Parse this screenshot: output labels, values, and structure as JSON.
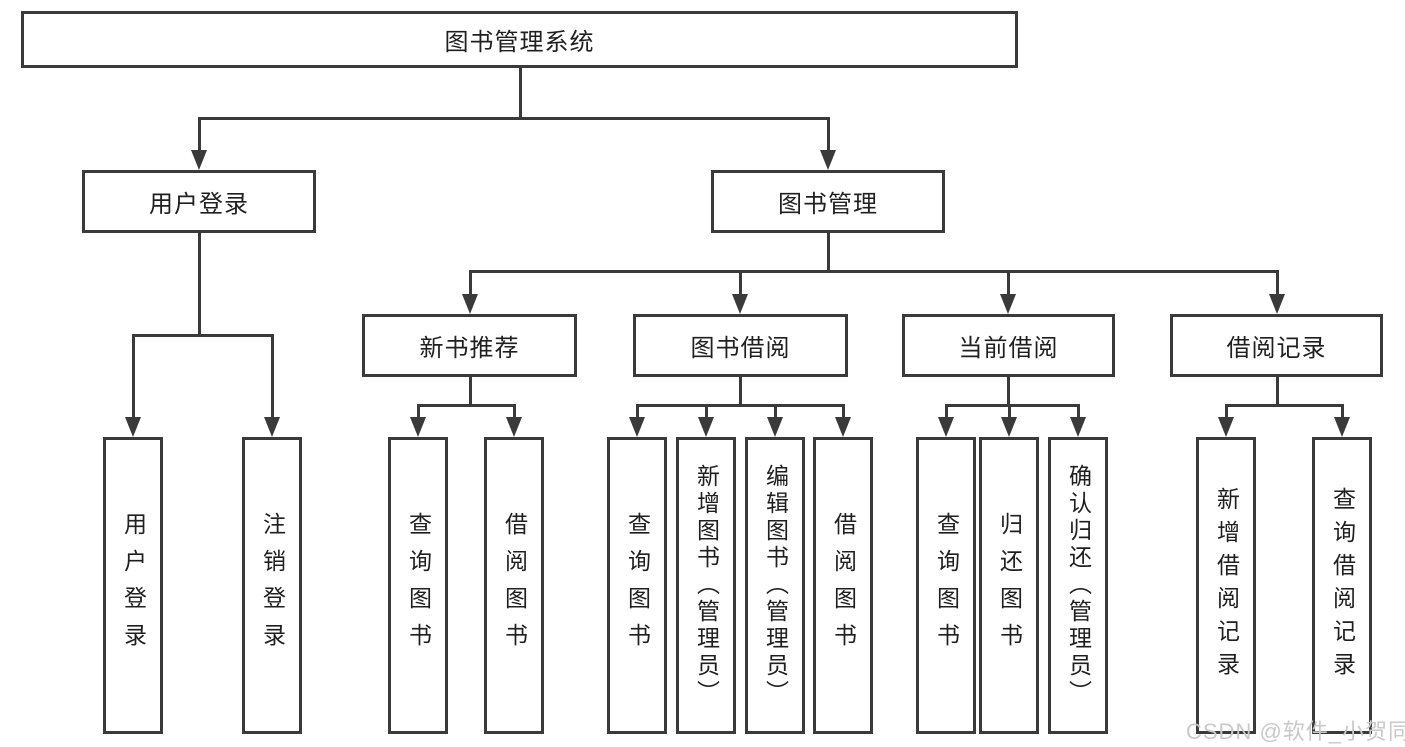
{
  "diagram": {
    "root": {
      "label": "图书管理系统"
    },
    "level2": [
      {
        "label": "用户登录"
      },
      {
        "label": "图书管理"
      }
    ],
    "level3": [
      {
        "label": "新书推荐"
      },
      {
        "label": "图书借阅"
      },
      {
        "label": "当前借阅"
      },
      {
        "label": "借阅记录"
      }
    ],
    "leaves": {
      "user_login": [
        {
          "label": "用户登录"
        },
        {
          "label": "注销登录"
        }
      ],
      "new_book": [
        {
          "label": "查询图书"
        },
        {
          "label": "借阅图书"
        }
      ],
      "book_borrow": [
        {
          "label": "查询图书"
        },
        {
          "label": "新增图书（管理员）"
        },
        {
          "label": "编辑图书（管理员）"
        },
        {
          "label": "借阅图书"
        }
      ],
      "current_borrow": [
        {
          "label": "查询图书"
        },
        {
          "label": "归还图书"
        },
        {
          "label": "确认归还（管理员）"
        }
      ],
      "borrow_record": [
        {
          "label": "新增借阅记录"
        },
        {
          "label": "查询借阅记录"
        }
      ]
    },
    "watermark": "CSDN @软件_小贺同学",
    "colors": {
      "line": "#3a3a3a",
      "text": "#1f1f1f",
      "watermark": "#c9c9c9",
      "background": "#ffffff"
    }
  }
}
